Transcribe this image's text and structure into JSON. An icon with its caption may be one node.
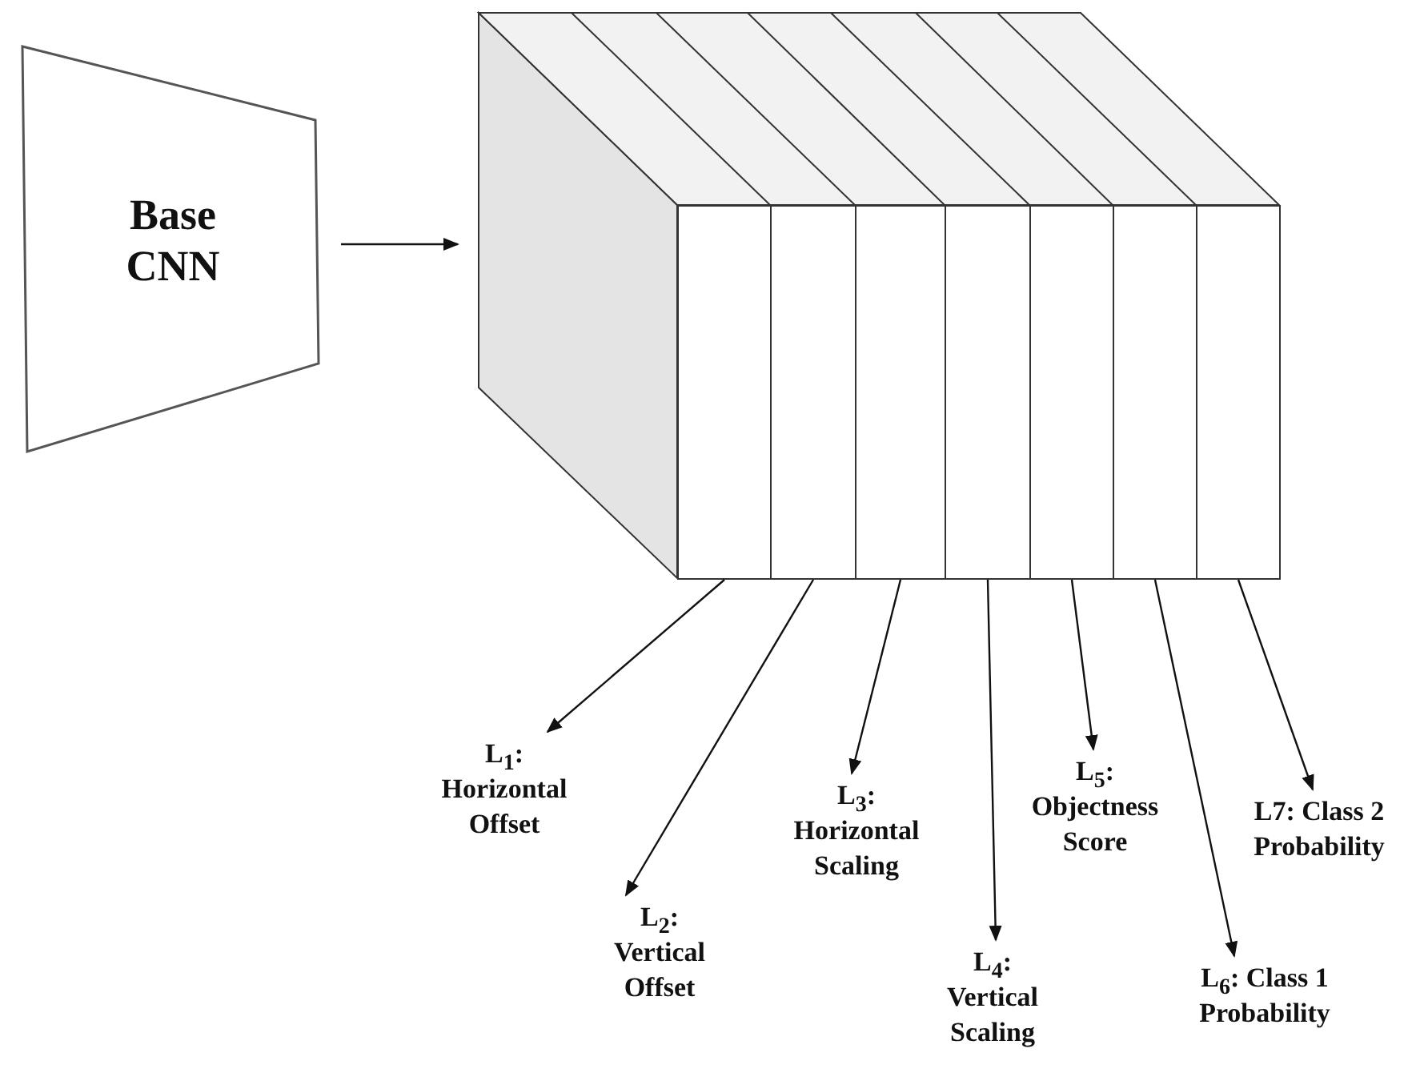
{
  "diagram": {
    "nodes": [
      {
        "text": [
          "Base CNN"
        ]
      },
      {
        "text": [],
        "shape": "box"
      },
      {
        "text": [],
        "shape": "bar",
        "in": 1
      },
      {
        "text": [],
        "shape": "bar",
        "in": 1
      },
      {
        "text": [],
        "shape": "bar",
        "in": 1
      },
      {
        "text": [],
        "shape": "bar",
        "in": 1
      },
      {
        "text": [],
        "shape": "bar",
        "in": 1
      },
      {
        "text": [],
        "shape": "bar",
        "in": 1
      },
      {
        "text": [],
        "shape": "bar",
        "in": 1
      },
      {
        "text": [
          "L$_{1}$: Horizontal Offset"
        ]
      },
      {
        "text": [
          "L$_{2}$: Vertical Offset"
        ]
      },
      {
        "text": [
          "L$_{3}$: Horizontal Scaling"
        ]
      },
      {
        "text": [
          "L$_{4}$: Vertical Scaling"
        ]
      },
      {
        "text": [
          "L$_{5}$: Objectness Score"
        ]
      },
      {
        "text": [
          "L$_{6}$: Class 1 Probability"
        ]
      },
      {
        "text": [
          "L7: Class 2 Probability"
        ]
      }
    ],
    "edges": [
      {
        "from": 0,
        "to": 1,
        "arrow": "to"
      },
      {
        "from": 2,
        "to": 9,
        "arrow": "to"
      },
      {
        "from": 3,
        "to": 10,
        "arrow": "to"
      },
      {
        "from": 4,
        "to": 11,
        "arrow": "to"
      },
      {
        "from": 5,
        "to": 12,
        "arrow": "to"
      },
      {
        "from": 6,
        "to": 13,
        "arrow": "to"
      },
      {
        "from": 7,
        "to": 14,
        "arrow": "to"
      },
      {
        "from": 8,
        "to": 15,
        "arrow": "to"
      }
    ]
  }
}
